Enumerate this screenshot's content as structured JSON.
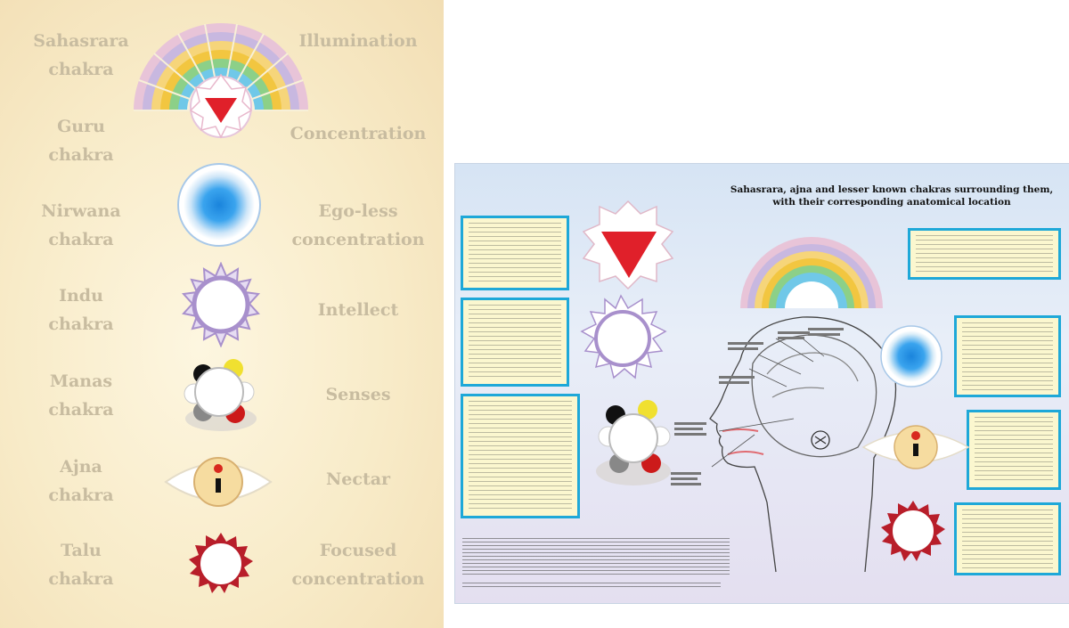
{
  "left_panel": {
    "rows": [
      {
        "chakra_line1": "Sahasrara",
        "chakra_line2": "chakra",
        "quality": "Illumination",
        "symbol": "rainbow-triangle-icon"
      },
      {
        "chakra_line1": "Guru",
        "chakra_line2": "chakra",
        "quality": "Concentration",
        "symbol": "none"
      },
      {
        "chakra_line1": "Nirwana",
        "chakra_line2": "chakra",
        "quality_line1": "Ego-less",
        "quality_line2": "concentration",
        "symbol": "blue-orb-icon"
      },
      {
        "chakra_line1": "Indu",
        "chakra_line2": "chakra",
        "quality": "Intellect",
        "symbol": "lavender-lotus-icon"
      },
      {
        "chakra_line1": "Manas",
        "chakra_line2": "chakra",
        "quality": "Senses",
        "symbol": "colored-petals-icon"
      },
      {
        "chakra_line1": "Ajna",
        "chakra_line2": "chakra",
        "quality": "Nectar",
        "symbol": "eye-icon"
      },
      {
        "chakra_line1": "Talu",
        "chakra_line2": "chakra",
        "quality_line1": "Focused",
        "quality_line2": "concentration",
        "symbol": "red-star-icon"
      }
    ]
  },
  "right_panel": {
    "title_line1": "Sahasrara, ajna and lesser known chakras surrounding them,",
    "title_line2": "with their corresponding anatomical location"
  },
  "colors": {
    "label": "#c8bca0",
    "textbox_border": "#1ea8d8",
    "textbox_fill": "#fbf7cf",
    "triangle_red": "#e0202a",
    "orb_blue": "#1e90e0",
    "lotus_lavender": "#a890cc",
    "talu_red": "#b81e2a"
  }
}
